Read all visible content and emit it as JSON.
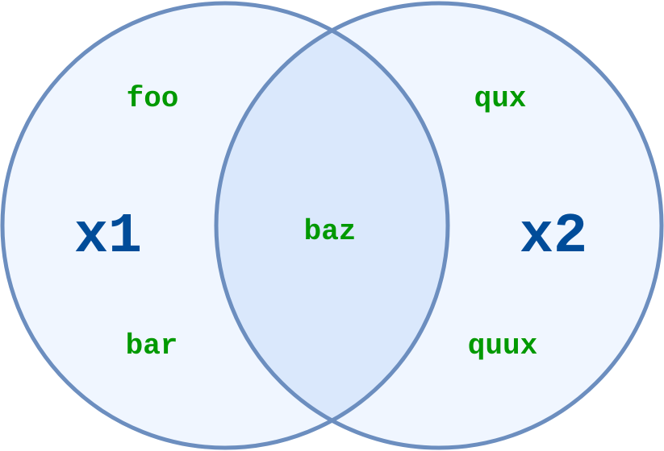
{
  "diagram": {
    "type": "venn",
    "sets": [
      {
        "name": "x1",
        "items": [
          "foo",
          "bar"
        ]
      },
      {
        "name": "x2",
        "items": [
          "qux",
          "quux"
        ]
      }
    ],
    "intersection": [
      "baz"
    ],
    "labels": {
      "set_left": "x1",
      "set_right": "x2",
      "left_top": "foo",
      "left_bottom": "bar",
      "center": "baz",
      "right_top": "qux",
      "right_bottom": "quux"
    },
    "colors": {
      "stroke": "#6C8EBF",
      "fill": "#F0F6FF",
      "intersection_fill": "#DAE8FC",
      "item_text": "#009900",
      "set_text": "#004C99"
    }
  }
}
